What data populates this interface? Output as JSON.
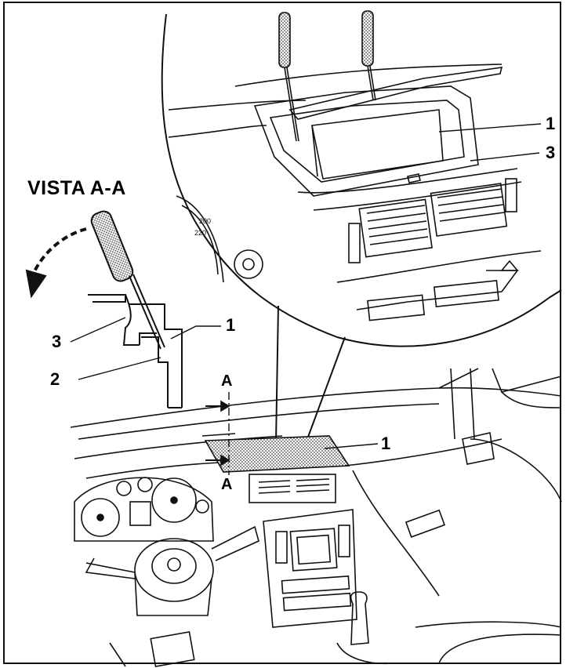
{
  "figure": {
    "view_title": "VISTA A-A",
    "callouts": {
      "top_glovebox": "1",
      "top_trim": "3",
      "section_trim": "3",
      "section_cover": "1",
      "section_clip": "2",
      "dash_cover": "1",
      "section_mark_top": "A",
      "section_mark_bottom": "A"
    },
    "colors": {
      "line": "#111111",
      "paper": "#ffffff",
      "hatch": "#555555"
    },
    "icons": [
      "screwdriver-icon",
      "rotation-arrow-icon"
    ]
  }
}
